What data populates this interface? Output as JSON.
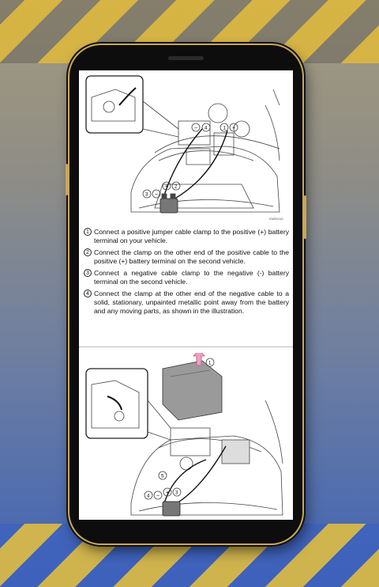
{
  "steps": [
    {
      "num": "1",
      "text": "Connect a positive jumper cable clamp to the positive (+) battery terminal on your vehicle."
    },
    {
      "num": "2",
      "text": "Connect the clamp on the other end of the positive cable to the positive (+) battery terminal on the second vehicle."
    },
    {
      "num": "3",
      "text": "Connect a negative cable clamp to the negative (-) battery terminal on the second vehicle."
    },
    {
      "num": "4",
      "text": "Connect the clamp at the other end of the negative cable to a solid, stationary, unpainted metallic point away from the battery and any moving parts, as shown in the illustration."
    }
  ],
  "figure1": {
    "code": "IS6RV041",
    "labels": [
      "4",
      "1",
      "3",
      "2"
    ]
  },
  "figure2": {
    "labels": [
      "1",
      "5",
      "4",
      "3"
    ]
  },
  "colors": {
    "arrow": "#f0a0c0",
    "stripe_yellow": "#e0b93a",
    "frame_gold": "#c9a85a"
  }
}
